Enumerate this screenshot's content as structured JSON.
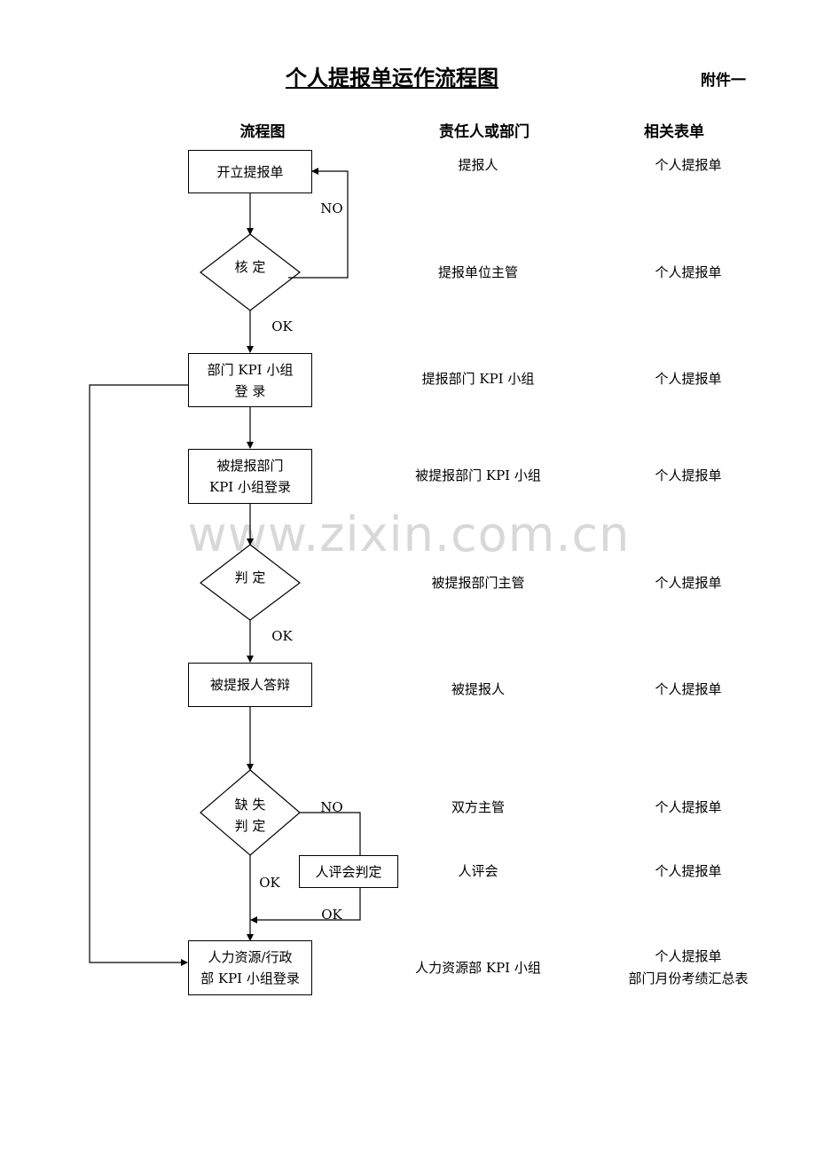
{
  "title": "个人提报单运作流程图",
  "annex": "附件一",
  "headers": {
    "flow": "流程图",
    "owner": "责任人或部门",
    "forms": "相关表单"
  },
  "watermark": "www.zixin.com.cn",
  "nodes": {
    "open": "开立提报单",
    "check1": "核 定",
    "dept_login_1": "部门 KPI 小组",
    "dept_login_2": "登 录",
    "target_login_1": "被提报部门",
    "target_login_2": "KPI 小组登录",
    "judge": "判 定",
    "defense": "被提报人答辩",
    "missing_1": "缺 失",
    "missing_2": "判 定",
    "committee": "人评会判定",
    "hr_1": "人力资源/行政",
    "hr_2": "部 KPI 小组登录"
  },
  "labels": {
    "no1": "NO",
    "ok1": "OK",
    "ok2": "OK",
    "no2": "NO",
    "ok3": "OK",
    "ok4": "OK"
  },
  "rows": [
    {
      "owner": "提报人",
      "form": "个人提报单"
    },
    {
      "owner": "提报单位主管",
      "form": "个人提报单"
    },
    {
      "owner": "提报部门 KPI 小组",
      "form": "个人提报单"
    },
    {
      "owner": "被提报部门 KPI 小组",
      "form": "个人提报单"
    },
    {
      "owner": "被提报部门主管",
      "form": "个人提报单"
    },
    {
      "owner": "被提报人",
      "form": "个人提报单"
    },
    {
      "owner": "双方主管",
      "form": "个人提报单"
    },
    {
      "owner": "人评会",
      "form": "个人提报单"
    },
    {
      "owner": "人力资源部 KPI 小组",
      "form": "个人提报单",
      "form2": "部门月份考绩汇总表"
    }
  ]
}
